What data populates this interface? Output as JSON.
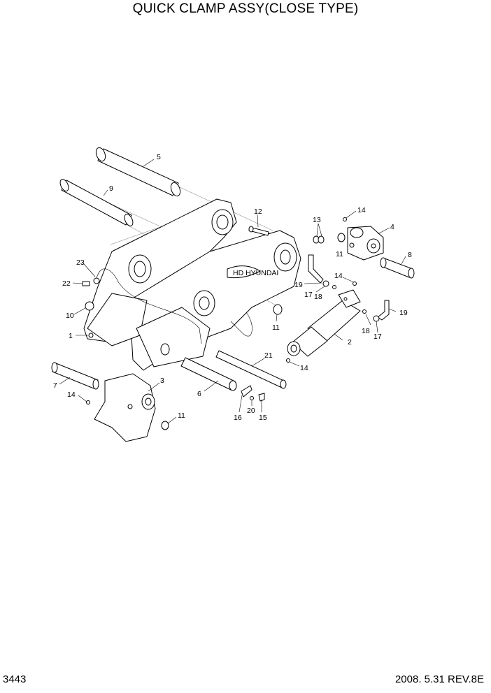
{
  "header": {
    "title": "QUICK CLAMP ASSY(CLOSE TYPE)"
  },
  "footer": {
    "page_number": "3443",
    "revision": "2008. 5.31 REV.8E"
  },
  "callouts": {
    "c1": "1",
    "c2": "2",
    "c3": "3",
    "c4": "4",
    "c5": "5",
    "c6": "6",
    "c7": "7",
    "c8": "8",
    "c9": "9",
    "c10": "10",
    "c11a": "11",
    "c11b": "11",
    "c11c": "11",
    "c12": "12",
    "c13": "13",
    "c14a": "14",
    "c14b": "14",
    "c14c": "14",
    "c14d": "14",
    "c15": "15",
    "c16": "16",
    "c17a": "17",
    "c17b": "17",
    "c18a": "18",
    "c18b": "18",
    "c19a": "19",
    "c19b": "19",
    "c20": "20",
    "c21": "21",
    "c22": "22",
    "c23": "23"
  }
}
